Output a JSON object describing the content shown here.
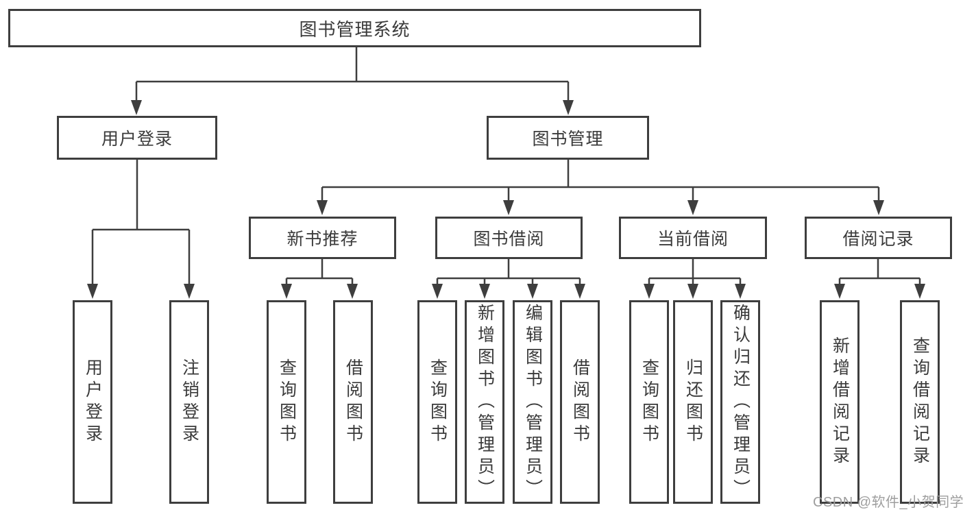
{
  "diagram": {
    "title": "图书管理系统",
    "nodes": {
      "root": {
        "label": "图书管理系统"
      },
      "user_login": {
        "label": "用户登录"
      },
      "book_management": {
        "label": "图书管理"
      },
      "new_book_recommend": {
        "label": "新书推荐"
      },
      "book_borrowing": {
        "label": "图书借阅"
      },
      "current_borrowing": {
        "label": "当前借阅"
      },
      "borrowing_records": {
        "label": "借阅记录"
      },
      "leaf_user_login": {
        "label": "用户登录"
      },
      "leaf_logout": {
        "label": "注销登录"
      },
      "leaf_query_books_recommend": {
        "label": "查询图书"
      },
      "leaf_borrow_books_recommend": {
        "label": "借阅图书"
      },
      "leaf_query_books_borrowing": {
        "label": "查询图书"
      },
      "leaf_add_books_admin": {
        "label": "新增图书（管理员）"
      },
      "leaf_edit_books_admin": {
        "label": "编辑图书（管理员）"
      },
      "leaf_borrow_books_borrowing": {
        "label": "借阅图书"
      },
      "leaf_query_books_current": {
        "label": "查询图书"
      },
      "leaf_return_books": {
        "label": "归还图书"
      },
      "leaf_confirm_return_admin": {
        "label": "确认归还（管理员）"
      },
      "leaf_add_borrow_record": {
        "label": "新增借阅记录"
      },
      "leaf_query_borrow_record": {
        "label": "查询借阅记录"
      }
    },
    "colors": {
      "line": "#3e3e3e",
      "text": "#3a3a3a",
      "box_background": "#ffffff",
      "watermark": "#9e9e9e"
    }
  },
  "watermark": {
    "text": "CSDN @软件_小贺同学"
  }
}
